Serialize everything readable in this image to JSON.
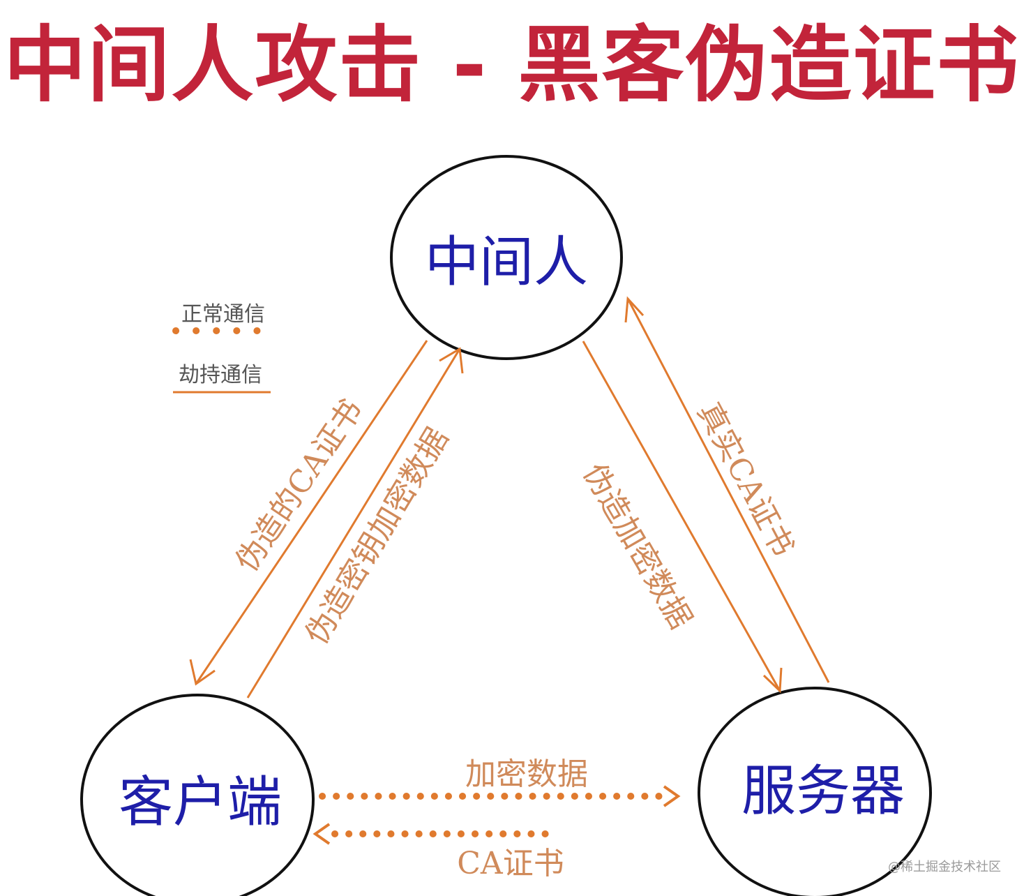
{
  "title": "中间人攻击 - 黑客伪造证书",
  "nodes": {
    "middleman": "中间人",
    "client": "客户端",
    "server": "服务器"
  },
  "legend": {
    "normal": "正常通信",
    "hijack": "劫持通信"
  },
  "edges": {
    "fake_ca_cert": "伪造的CA证书",
    "fake_key_encrypted": "伪造密钥加密数据",
    "fake_encrypted_data": "伪造加密数据",
    "real_ca_cert": "真实CA证书",
    "encrypted_data": "加密数据",
    "ca_cert": "CA证书"
  },
  "watermark": "@稀土掘金技术社区",
  "colors": {
    "title": "#c2243a",
    "arrow": "#e07a2e",
    "node_text": "#1e1ea8",
    "edge_text": "#d08a5a"
  }
}
